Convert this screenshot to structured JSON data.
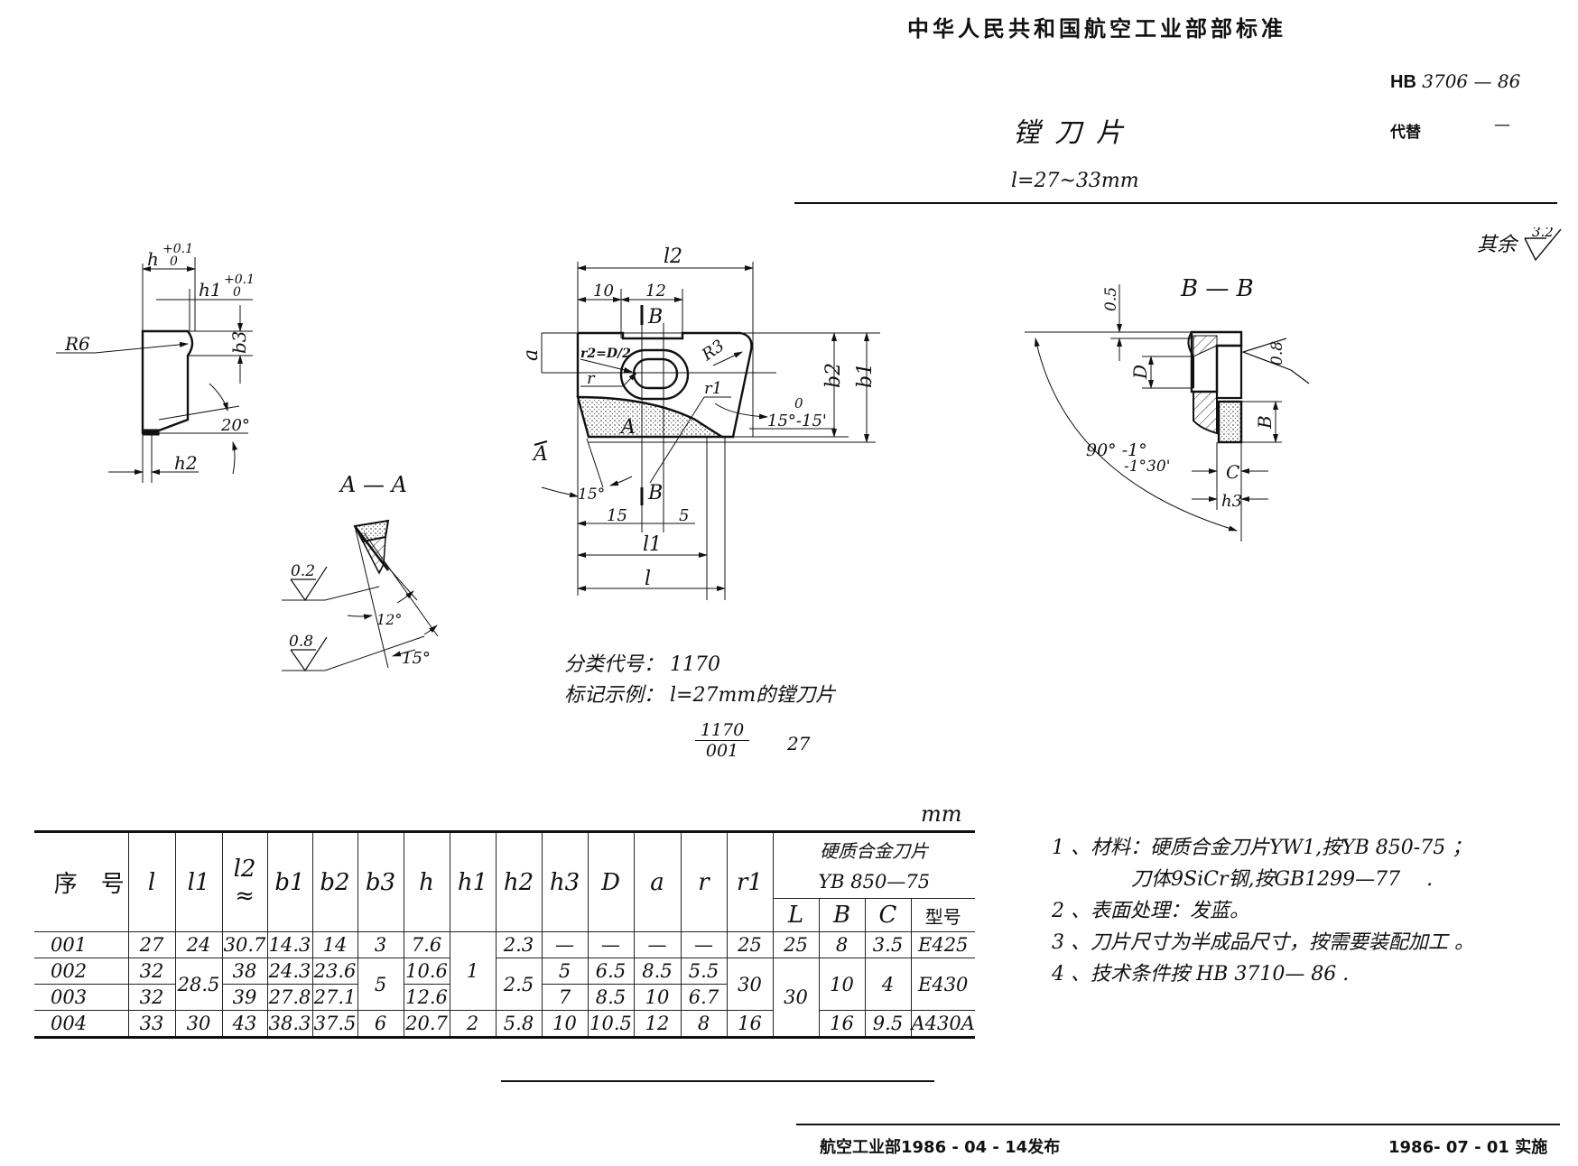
{
  "header": {
    "standard_title": "中华人民共和国航空工业部部标准",
    "standard_prefix": "HB",
    "standard_number": "3706 — 86",
    "replaces_label": "代替",
    "replaces_value": "—",
    "part_title": "镗刀片",
    "part_range": "l=27~33mm"
  },
  "surface_finish_other": {
    "label": "其余",
    "value": "3.2"
  },
  "drawings": {
    "side_view": {
      "labels": [
        "h +0.1/0",
        "h1 +0.1/0",
        "R6",
        "b3",
        "20°",
        "h2"
      ]
    },
    "main_view": {
      "labels": [
        "l2",
        "10",
        "12",
        "B",
        "a",
        "r2=D/2",
        "r",
        "R3",
        "r1",
        "A",
        "b2",
        "b1",
        "15°-15'/0",
        "15°",
        "15",
        "5",
        "l1",
        "l"
      ]
    },
    "section_a": {
      "title": "A — A",
      "labels": [
        "0.2",
        "0.8",
        "12°",
        "15°"
      ]
    },
    "section_b": {
      "title": "B — B",
      "labels": [
        "0.5",
        "D",
        "0.8",
        "B",
        "C",
        "h3",
        "90° -1° / -1°30'"
      ]
    }
  },
  "classification": {
    "code_label": "分类代号：",
    "code_value": "1170",
    "example_label": "标记示例：",
    "example_text": "l=27mm的镗刀片",
    "frac_numerator": "1170",
    "frac_denominator": "001",
    "example_length": "27"
  },
  "table": {
    "unit": "mm",
    "headers": [
      "序　号",
      "l",
      "l1",
      "l2 ≈",
      "b1",
      "b2",
      "b3",
      "h",
      "h1",
      "h2",
      "h3",
      "D",
      "a",
      "r",
      "r1"
    ],
    "carbide_header": "硬质合金刀片",
    "carbide_std": "YB 850—75",
    "carbide_sub": [
      "L",
      "B",
      "C",
      "型号"
    ],
    "rows": [
      {
        "no": "001",
        "l": "27",
        "l1": "24",
        "l2": "30.7",
        "b1": "14.3",
        "b2": "14",
        "b3": "3",
        "h": "7.6",
        "h1": "1",
        "h2": "2.3",
        "h3": "—",
        "D": "—",
        "a": "—",
        "r": "—",
        "r1": "25",
        "L": "25",
        "B": "8",
        "C": "3.5",
        "type": "E425"
      },
      {
        "no": "002",
        "l": "32",
        "l1": "28.5",
        "l2": "38",
        "b1": "24.3",
        "b2": "23.6",
        "b3": "5",
        "h": "10.6",
        "h1": "1",
        "h2": "2.5",
        "h3": "5",
        "D": "6.5",
        "a": "8.5",
        "r": "5.5",
        "r1": "30",
        "L": "30",
        "B": "10",
        "C": "4",
        "type": "E430"
      },
      {
        "no": "003",
        "l": "32",
        "l1": "28.5",
        "l2": "39",
        "b1": "27.8",
        "b2": "27.1",
        "b3": "5",
        "h": "12.6",
        "h1": "1",
        "h2": "2.5",
        "h3": "7",
        "D": "8.5",
        "a": "10",
        "r": "6.7",
        "r1": "30",
        "L": "30",
        "B": "10",
        "C": "4",
        "type": "E430"
      },
      {
        "no": "004",
        "l": "33",
        "l1": "30",
        "l2": "43",
        "b1": "38.3",
        "b2": "37.5",
        "b3": "6",
        "h": "20.7",
        "h1": "2",
        "h2": "5.8",
        "h3": "10",
        "D": "10.5",
        "a": "12",
        "r": "8",
        "r1": "16",
        "L": "30",
        "B": "16",
        "C": "9.5",
        "type": "A430A"
      }
    ]
  },
  "notes": [
    "1 、材料：硬质合金刀片YW1,按YB 850-75 ；",
    "　　　　刀体9SiCr钢,按GB1299—77 　.",
    "2 、表面处理：发蓝。",
    "3 、刀片尺寸为半成品尺寸，按需要装配加工 。",
    "4 、技术条件按 HB 3710— 86 ."
  ],
  "footer": {
    "issued": "航空工业部1986 - 04 - 14发布",
    "effective": "1986- 07 - 01 实施"
  }
}
